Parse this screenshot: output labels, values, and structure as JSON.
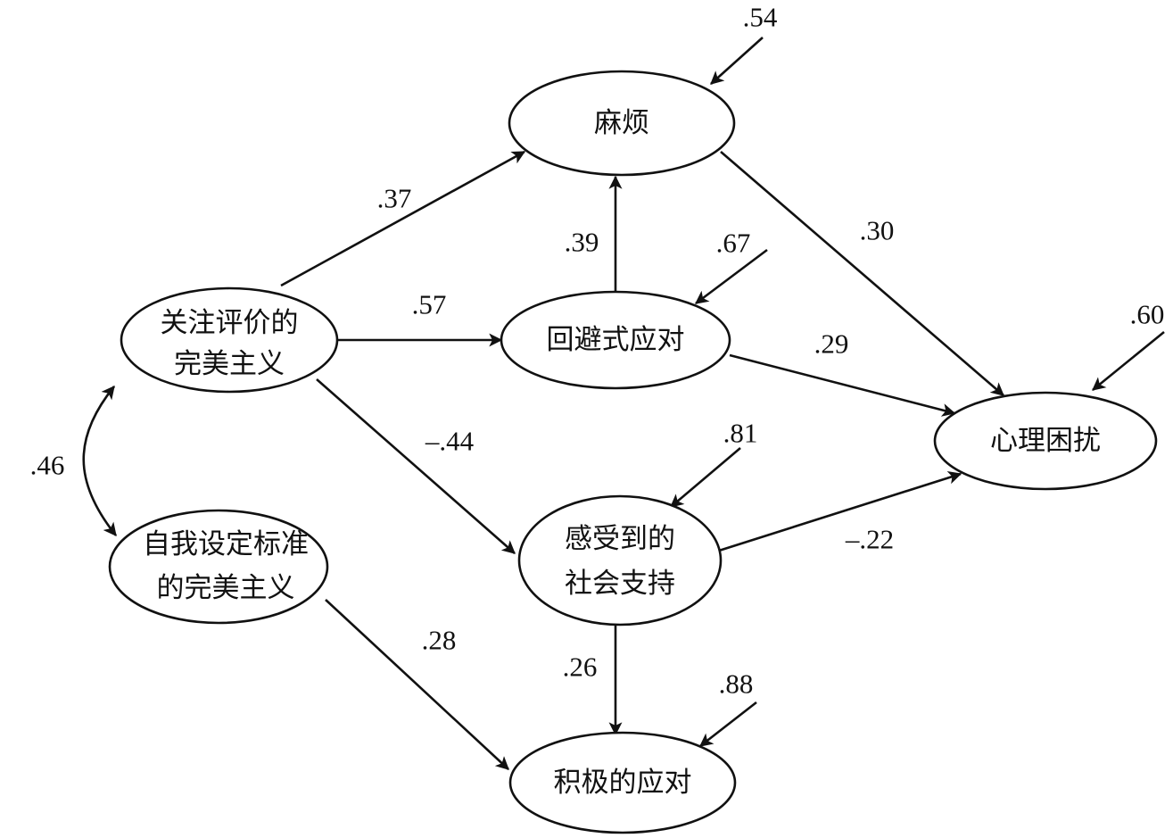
{
  "nodes": {
    "hassle": {
      "label": "麻烦"
    },
    "avoidant": {
      "label": "回避式应对"
    },
    "evaluative": {
      "line1": "关注评价的",
      "line2": "完美主义"
    },
    "distress": {
      "label": "心理困扰"
    },
    "support": {
      "line1": "感受到的",
      "line2": "社会支持"
    },
    "selfstd": {
      "line1": "自我设定标准",
      "line2": "的完美主义"
    },
    "positive": {
      "label": "积极的应对"
    }
  },
  "paths": {
    "evaluative_to_hassle": ".37",
    "avoidant_to_hassle": ".39",
    "evaluative_to_avoidant": ".57",
    "hassle_to_distress": ".30",
    "avoidant_to_distress": ".29",
    "evaluative_to_support": "–.44",
    "support_to_distress": "–.22",
    "selfstd_to_positive": ".28",
    "support_to_positive": ".26",
    "evaluative_selfstd_corr": ".46"
  },
  "residuals": {
    "hassle": ".54",
    "avoidant": ".67",
    "distress": ".60",
    "support": ".81",
    "positive": ".88"
  },
  "colors": {
    "stroke": "#111111",
    "background": "#ffffff"
  }
}
